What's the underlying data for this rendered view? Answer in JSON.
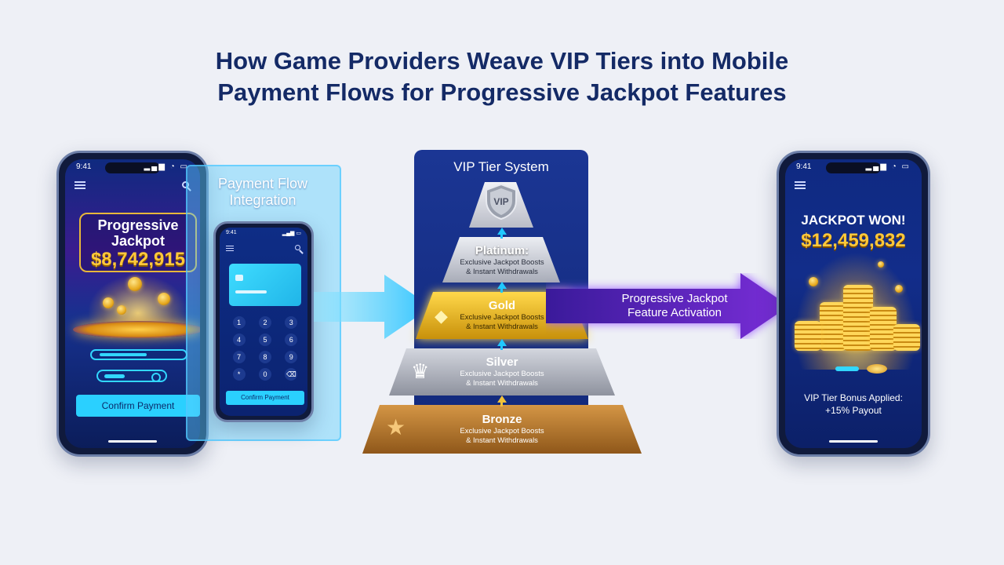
{
  "title": {
    "line1": "How Game Providers Weave VIP Tiers into Mobile",
    "line2": "Payment Flows for Progressive Jackpot Features"
  },
  "status_bar": {
    "time": "9:41"
  },
  "left_phone": {
    "jackpot_label_1": "Progressive",
    "jackpot_label_2": "Jackpot",
    "jackpot_amount": "$8,742,915",
    "button_label": "Confirm Payment"
  },
  "payment_flow": {
    "title_1": "Payment Flow",
    "title_2": "Integration",
    "keypad": [
      "1",
      "2",
      "3",
      "4",
      "5",
      "6",
      "7",
      "8",
      "9",
      "*",
      "0",
      "⌫"
    ],
    "button_label": "Confirm Payment"
  },
  "vip": {
    "title": "VIP Tier System",
    "badge": "VIP",
    "tiers": [
      {
        "name": "Platinum:",
        "desc1": "Exclusive Jackpot Boosts",
        "desc2": "& Instant Withdrawals"
      },
      {
        "name": "Gold",
        "desc1": "Exclusive Jackpot Boosts",
        "desc2": "& Instant Withdrawals"
      },
      {
        "name": "Silver",
        "desc1": "Exclusive Jackpot Boosts",
        "desc2": "& Instant Withdrawals"
      },
      {
        "name": "Bronze",
        "desc1": "Exclusive Jackpot Boosts",
        "desc2": "& Instant Withdrawals"
      }
    ]
  },
  "arrow_label": {
    "line1": "Progressive Jackpot",
    "line2": "Feature Activation"
  },
  "right_phone": {
    "headline": "JACKPOT WON!",
    "amount": "$12,459,832",
    "bonus_1": "VIP Tier Bonus Applied:",
    "bonus_2": "+15% Payout"
  },
  "colors": {
    "platinum": "#c9ccd6",
    "gold": "#e8b520",
    "silver": "#a9adb8",
    "bronze": "#b8782a",
    "flow_arrow": "#4fd2ff",
    "activation_arrow": "#6a22c4"
  }
}
